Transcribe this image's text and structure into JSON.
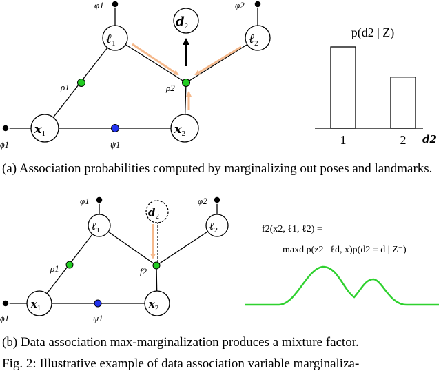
{
  "panel_a": {
    "nodes": {
      "x1": {
        "name": "x",
        "sub": "1"
      },
      "x2": {
        "name": "x",
        "sub": "2"
      },
      "l1": {
        "name": "ℓ",
        "sub": "1"
      },
      "l2": {
        "name": "ℓ",
        "sub": "2"
      },
      "d2": {
        "name": "d",
        "sub": "2"
      }
    },
    "factors": {
      "phi1": "ϕ1",
      "psi1": "ψ1",
      "rho1": "ρ1",
      "rho2": "ρ2",
      "varphi1": "φ1",
      "varphi2": "φ2"
    }
  },
  "chart_data": {
    "type": "bar",
    "title": "p(d2 | Z)",
    "categories": [
      "1",
      "2"
    ],
    "values": [
      0.62,
      0.39
    ],
    "xlabel": "d2",
    "ylabel": "",
    "ylim": [
      0,
      0.62
    ]
  },
  "panel_b": {
    "nodes": {
      "x1": {
        "name": "x",
        "sub": "1"
      },
      "x2": {
        "name": "x",
        "sub": "2"
      },
      "l1": {
        "name": "ℓ",
        "sub": "1"
      },
      "l2": {
        "name": "ℓ",
        "sub": "2"
      },
      "d2": {
        "name": "d",
        "sub": "2"
      }
    },
    "factors": {
      "phi1": "ϕ1",
      "psi1": "ψ1",
      "rho1": "ρ1",
      "f2": "f2",
      "varphi1": "φ1",
      "varphi2": "φ2"
    },
    "equation_line1": "f2(x2, ℓ1, ℓ2) =",
    "equation_line2": "maxd p(z2 | ℓd, x)p(d2 = d | Z⁻)"
  },
  "captions": {
    "a": "(a) Association probabilities computed by marginalizing out poses and landmarks.",
    "b": "(b) Data association max-marginalization produces a mixture factor.",
    "fig": "Fig. 2: Illustrative example of data association variable marginaliza-"
  },
  "colors": {
    "green": "#22cc22",
    "blue": "#2233ee",
    "orange": "#f5b98c",
    "curve": "#2fd12f"
  }
}
